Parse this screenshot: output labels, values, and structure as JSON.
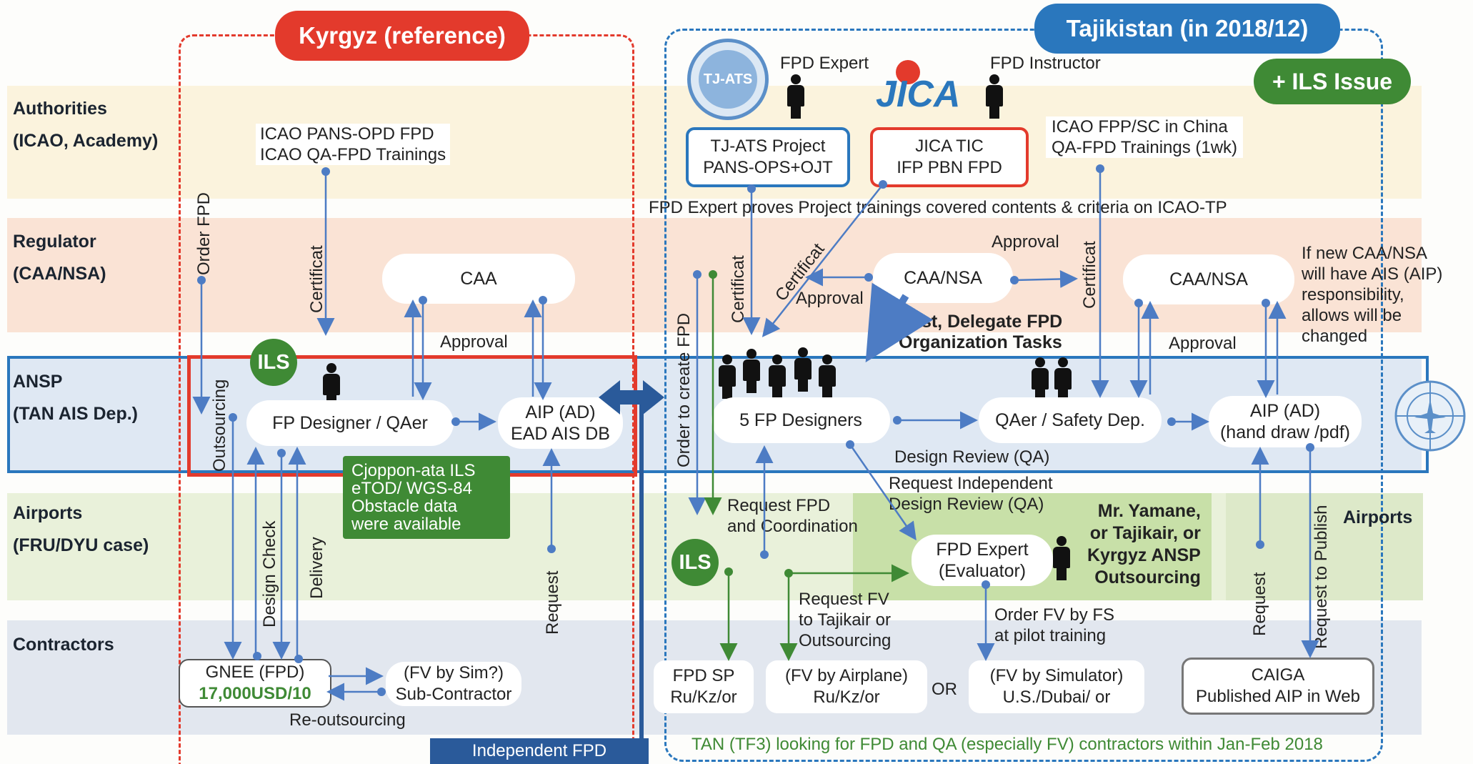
{
  "rows": {
    "authorities": [
      "Authorities",
      "(ICAO, Academy)"
    ],
    "regulator": [
      "Regulator",
      "(CAA/NSA)"
    ],
    "ansp": [
      "ANSP",
      "(TAN AIS Dep.)"
    ],
    "airports": [
      "Airports",
      "(FRU/DYU case)"
    ],
    "contractors": [
      "Contractors"
    ]
  },
  "kyrgyz": {
    "title": "Kyrgyz (reference)",
    "icao_training": [
      "ICAO PANS-OPD FPD",
      "ICAO QA-FPD Trainings"
    ],
    "caa": "CAA",
    "ils": "ILS",
    "fp_designer": "FP Designer / QAer",
    "aip": [
      "AIP (AD)",
      "EAD AIS DB"
    ],
    "green_note": [
      "Cjoppon-ata ILS",
      "eTOD/ WGS-84",
      "Obstacle data",
      "were available"
    ],
    "gnee": [
      "GNEE (FPD)",
      "17,000USD/10"
    ],
    "subcontractor": [
      "(FV by Sim?)",
      "Sub-Contractor"
    ],
    "re_outsourcing": "Re-outsourcing",
    "order_fpd": "Order FPD",
    "certificat": "Certificat",
    "approval": "Approval",
    "outsourcing": "Outsourcing",
    "design_check": "Design Check",
    "delivery": "Delivery",
    "request": "Request"
  },
  "tajikistan": {
    "title": "Tajikistan (in 2018/12)",
    "ils_issue": "+ ILS Issue",
    "tjats_logo_text": "TJ-ATS",
    "jica_logo_text": "JICA",
    "fpd_expert": "FPD Expert",
    "fpd_instructor": "FPD Instructor",
    "tjats_project": [
      "TJ-ATS Project",
      "PANS-OPS+OJT"
    ],
    "jica_tic": [
      "JICA TIC",
      "IFP PBN FPD"
    ],
    "icao_china": [
      "ICAO FPP/SC in China",
      "QA-FPD Trainings (1wk)"
    ],
    "expert_proves": "FPD Expert proves Project trainings covered contents & criteria on ICAO-TP",
    "caa_nsa_1": "CAA/NSA",
    "caa_nsa_2": "CAA/NSA",
    "approval_top": "Approval",
    "approval_left": "Approval",
    "approval_right": "Approval",
    "certificat_1": "Certificat",
    "certificat_2": "Certificat",
    "certificat_3": "Certificat",
    "if_new": [
      "If new CAA/NSA",
      "will have AIS (AIP)",
      "responsibility,",
      "allows will be",
      "changed"
    ],
    "first_delegate": [
      "First, Delegate FPD",
      "Organization Tasks"
    ],
    "order_to_create": "Order to create FPD",
    "fp_designers": "5 FP Designers",
    "qaer_safety": "QAer / Safety Dep.",
    "aip_hand": [
      "AIP (AD)",
      "(hand draw /pdf)"
    ],
    "design_review": "Design Review (QA)",
    "request_independent": [
      "Request Independent",
      "Design Review (QA)"
    ],
    "request_fpd": [
      "Request FPD",
      "and Coordination"
    ],
    "airports": "Airports",
    "ils": "ILS",
    "fpd_expert_eval": [
      "FPD Expert",
      "(Evaluator)"
    ],
    "mr_yamane": [
      "Mr. Yamane,",
      "or Tajikair, or",
      "Kyrgyz ANSP",
      "Outsourcing"
    ],
    "request_fv": [
      "Request FV",
      "to Tajikair or",
      "Outsourcing"
    ],
    "order_fv": [
      "Order FV by FS",
      "at pilot training"
    ],
    "request": "Request",
    "request_to_publish": "Request to Publish",
    "fpd_sp": [
      "FPD SP",
      "Ru/Kz/or"
    ],
    "fv_airplane": [
      "(FV by Airplane)",
      "Ru/Kz/or"
    ],
    "or": "OR",
    "fv_simulator": [
      "(FV by Simulator)",
      "U.S./Dubai/ or"
    ],
    "caiga": [
      "CAIGA",
      "Published AIP in Web"
    ],
    "tan_looking": "TAN (TF3) looking for FPD and QA (especially FV) contractors within Jan-Feb 2018"
  },
  "independent_fpd": "Independent FPD",
  "colors": {
    "authorities_band": "#fbf3dd",
    "regulator_band": "#fae3d5",
    "ansp_band": "#dfe8f3",
    "airports_band": "#e9f1da",
    "contractors_band": "#e2e7ef",
    "kyrgyz_red": "#e33a2c",
    "tajik_blue": "#2a77bd",
    "green": "#3f8a35",
    "arrow_blue": "#4d7cc4",
    "arrow_green": "#3f8a35"
  }
}
